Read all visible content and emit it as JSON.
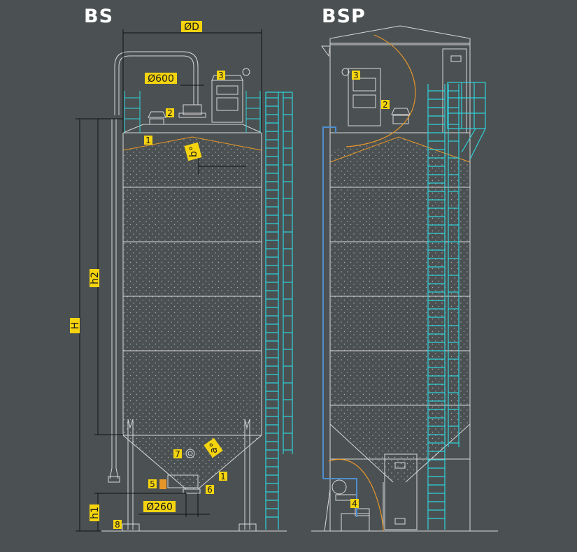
{
  "titles": {
    "left": "BS",
    "right": "BSP"
  },
  "dimensions": {
    "diameter": "ØD",
    "top_opening": "Ø600",
    "outlet": "Ø260",
    "total_height": "H",
    "h2": "h2",
    "h1": "h1",
    "roof_angle": "b°",
    "cone_angle": "a°"
  },
  "callouts": {
    "bs": [
      "1",
      "2",
      "3",
      "7",
      "1",
      "5",
      "6",
      "8"
    ],
    "bsp": [
      "3",
      "2",
      "4"
    ]
  },
  "colors": {
    "background": "#4b5152",
    "line": "#d8d8d8",
    "ladder": "#2fd3dc",
    "label_fill": "#f5d40f",
    "dimension": "#111111",
    "pipe": "#4f8fd0",
    "orange": "#e8962a"
  }
}
